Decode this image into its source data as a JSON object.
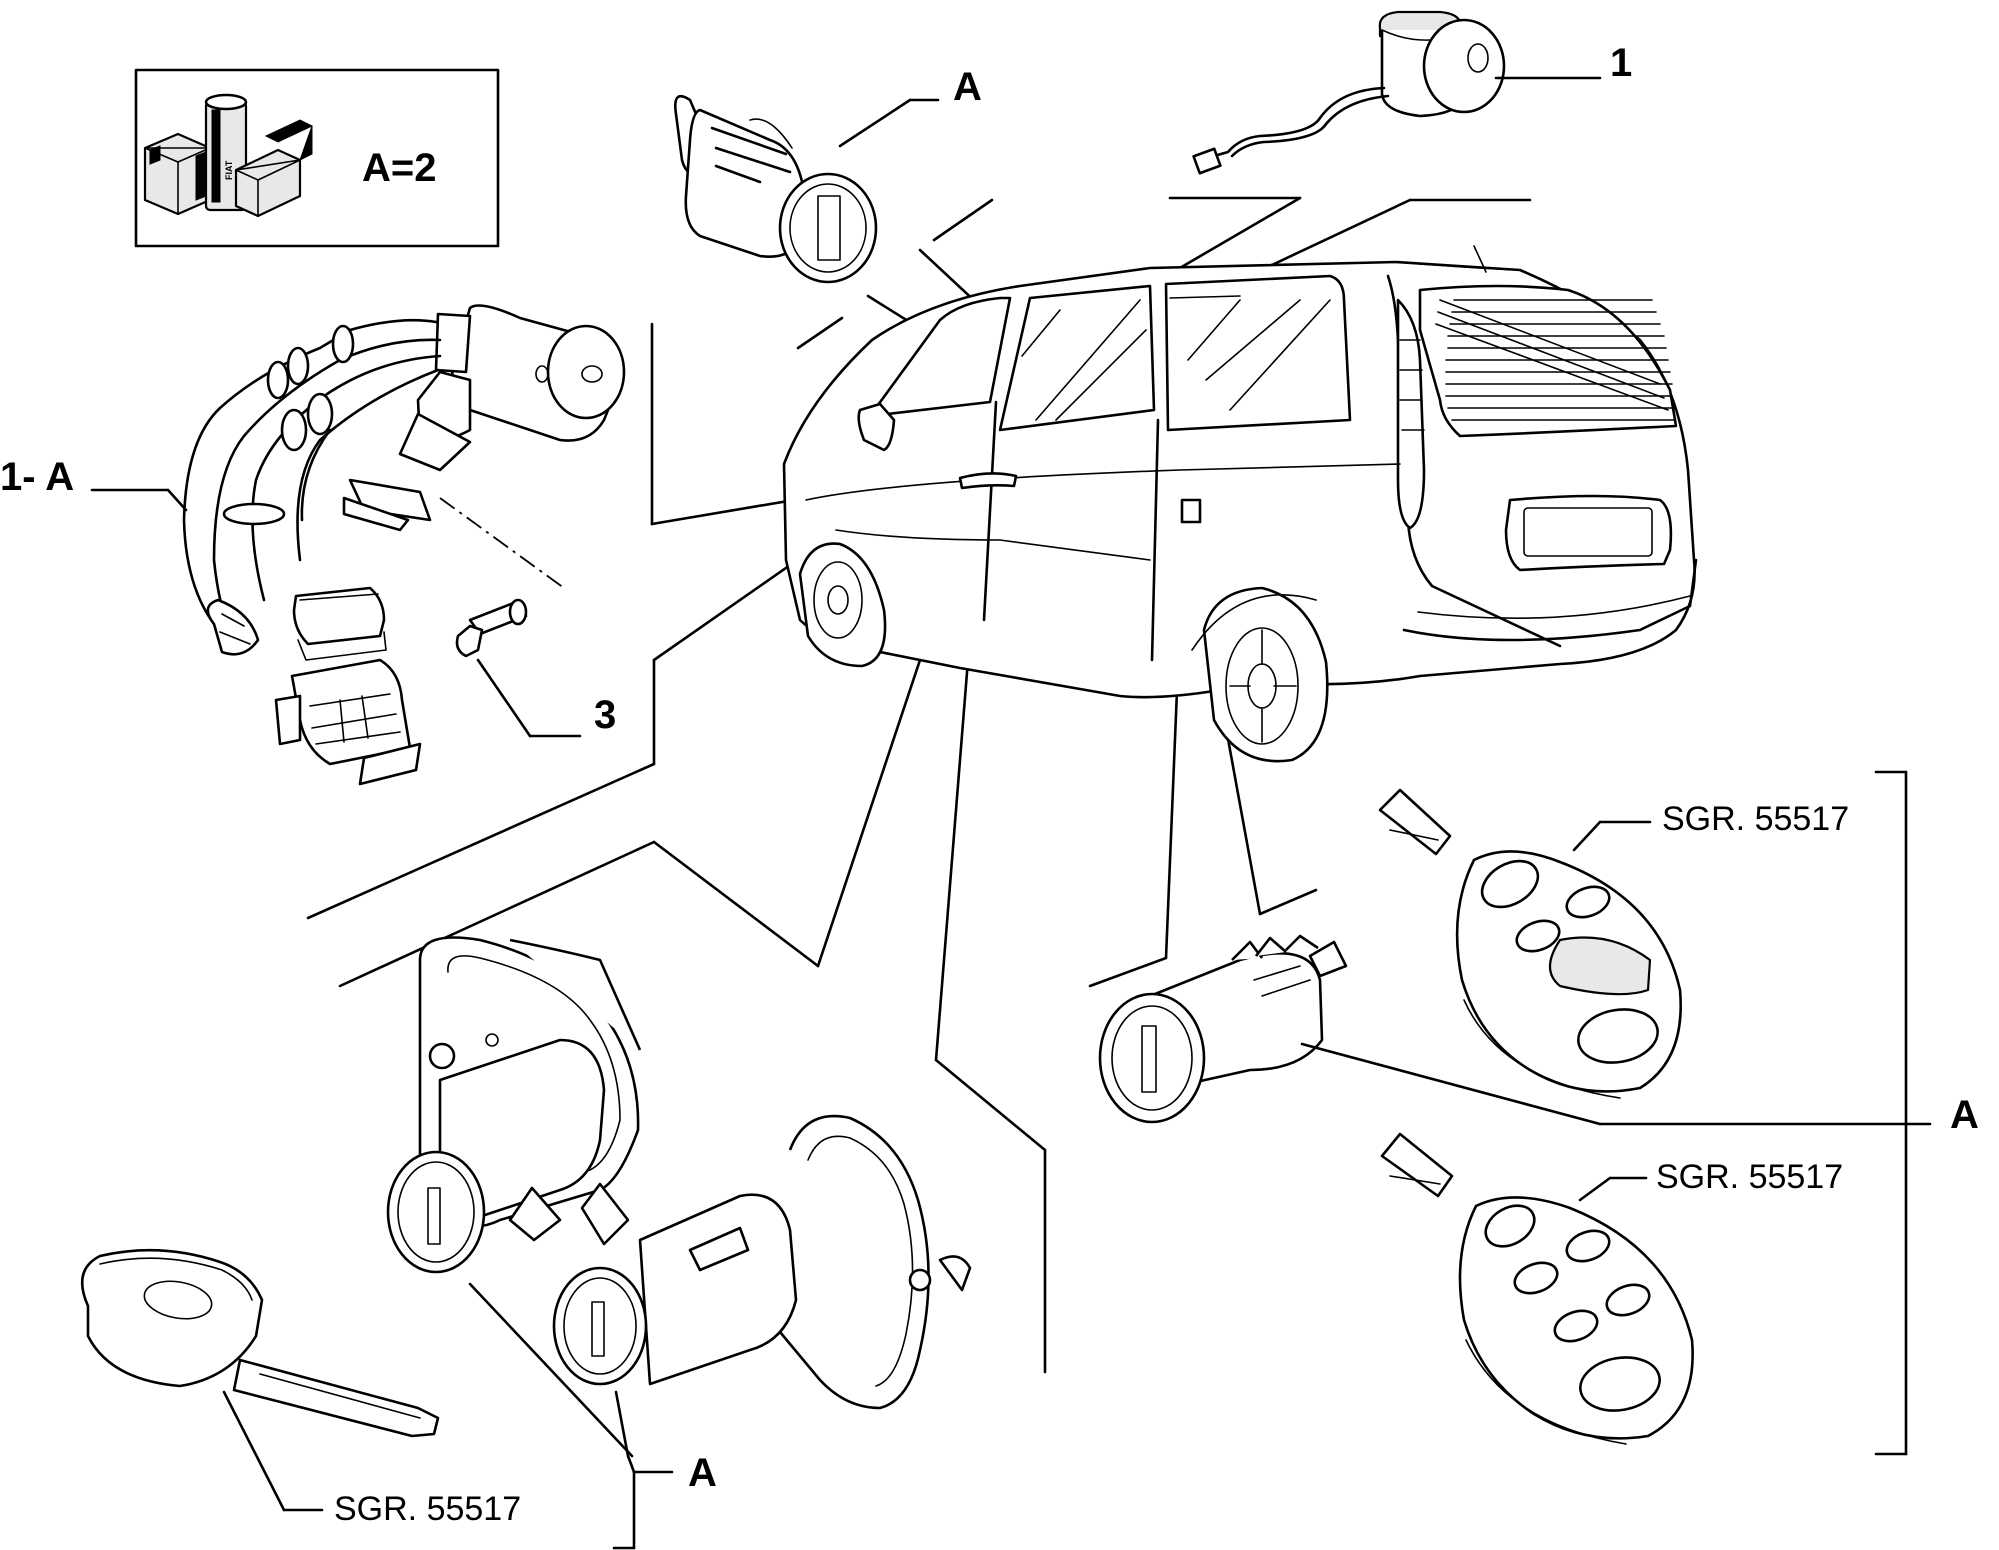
{
  "diagram": {
    "callouts": [
      {
        "id": "callout-1",
        "text": "1"
      },
      {
        "id": "callout-1a",
        "text": "1- A"
      },
      {
        "id": "callout-3",
        "text": "3"
      },
      {
        "id": "callout-a-top",
        "text": "A"
      },
      {
        "id": "callout-a-right",
        "text": "A"
      },
      {
        "id": "callout-a-bottom",
        "text": "A"
      }
    ],
    "quantity_note": "A=2",
    "part_refs": [
      "SGR. 55517",
      "SGR. 55517",
      "SGR. 55517"
    ],
    "logo_lettering": "FIAT"
  }
}
